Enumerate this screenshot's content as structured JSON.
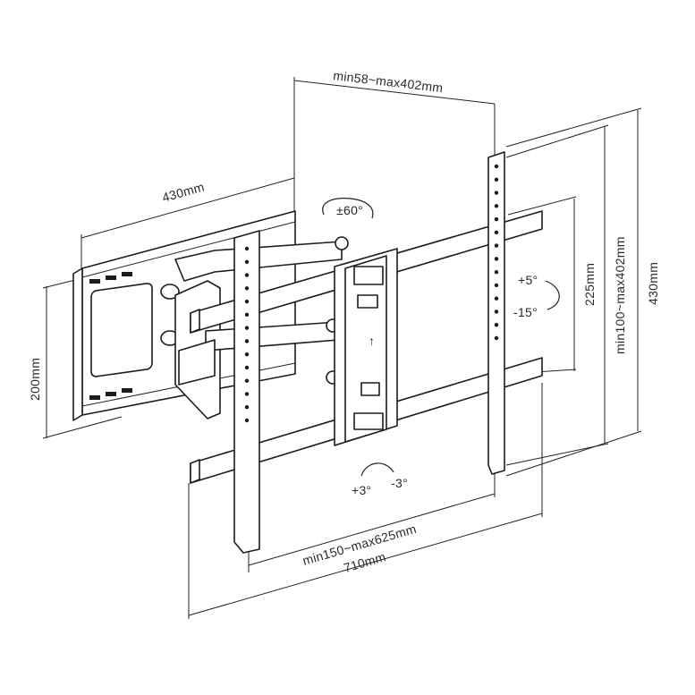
{
  "dimensions": {
    "top_extension": "min58~max402mm",
    "arm_length": "430mm",
    "swivel": "±60°",
    "wall_plate_height": "200mm",
    "tilt_up": "+5°",
    "tilt_down": "-15°",
    "vesa_vertical": "225mm",
    "vertical_range": "min100~max402mm",
    "overall_height": "430mm",
    "level_plus": "+3°",
    "level_minus": "-3°",
    "horizontal_range": "min150~max625mm",
    "overall_width": "710mm"
  }
}
